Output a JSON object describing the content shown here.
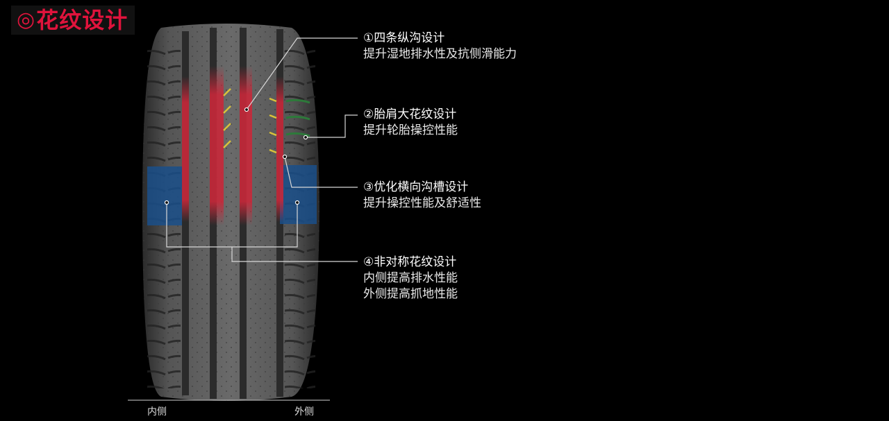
{
  "title": {
    "mark": "◎",
    "text": "花纹设计"
  },
  "callouts": [
    {
      "num": "①",
      "title": "四条纵沟设计",
      "lines": [
        "提升湿地排水性及抗侧滑能力"
      ]
    },
    {
      "num": "②",
      "title": "胎肩大花纹设计",
      "lines": [
        "提升轮胎操控性能"
      ]
    },
    {
      "num": "③",
      "title": "优化横向沟槽设计",
      "lines": [
        "提升操控性能及舒适性"
      ]
    },
    {
      "num": "④",
      "title": "非对称花纹设计",
      "lines": [
        "内侧提高排水性能",
        "外侧提高抓地性能"
      ]
    }
  ],
  "labels": {
    "inner": "内侧",
    "outer": "外侧"
  },
  "colors": {
    "title_red": "#e0133c",
    "groove_red": "#c8283a",
    "zone_blue": "#1a4f8a",
    "accent_yellow": "#d9c23a",
    "accent_green": "#2d7a3a"
  }
}
